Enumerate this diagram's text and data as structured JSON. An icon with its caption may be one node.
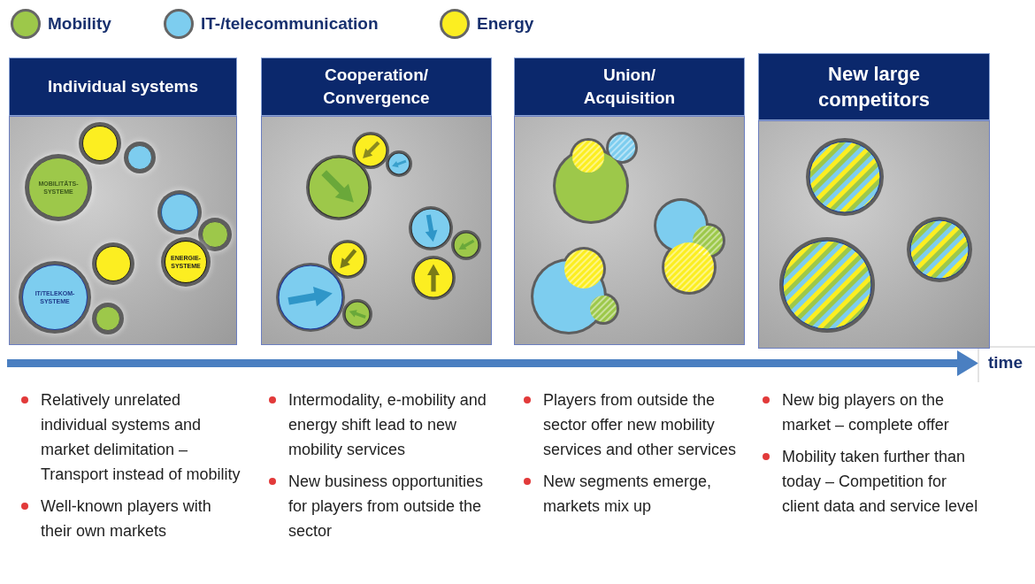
{
  "diagram": {
    "nodes": [
      {
        "text": [
          "Individual systems"
        ],
        "beside": [
          "Relatively unrelated individual systems and market delimitation – Transport instead of mobility",
          "Well-known players with their own markets"
        ]
      },
      {
        "text": [
          "Cooperation/ Convergence"
        ],
        "beside": [
          "Intermodality, e-mobility and energy shift lead to new mobility services",
          "New business opportunities for players from outside the sector"
        ]
      },
      {
        "text": [
          "Union/ Acquisition"
        ],
        "beside": [
          "Players from outside the sector offer new mobility services and other services",
          "New segments emerge, markets mix up"
        ]
      },
      {
        "text": [
          "New large competitors"
        ],
        "beside": [
          "New big players on the market – complete offer",
          "Mobility taken further than today – Competition for client data and service level"
        ]
      },
      {
        "text": [],
        "shape": "circle",
        "in": 0
      },
      {
        "text": [],
        "shape": "circle",
        "in": 0
      },
      {
        "text": [
          "MOBILITÄTS-SYSTEME"
        ],
        "in": 0
      },
      {
        "text": [],
        "shape": "circle",
        "in": 0
      },
      {
        "text": [],
        "shape": "circle",
        "in": 0
      },
      {
        "text": [],
        "shape": "circle",
        "in": 0
      },
      {
        "text": [
          "ENERGIE-SYSTEME"
        ],
        "in": 0
      },
      {
        "text": [
          "IT/TELEKOM-SYSTEME"
        ],
        "in": 0
      },
      {
        "text": [],
        "shape": "circle",
        "in": 0
      }
    ],
    "edges": [],
    "labels": [
      "time"
    ],
    "legend": [
      {
        "text": "Mobility",
        "color": "#9dc84a"
      },
      {
        "text": "IT-/telecommunication",
        "color": "#7dcdef"
      },
      {
        "text": "Energy",
        "color": "#fcee21"
      }
    ]
  }
}
